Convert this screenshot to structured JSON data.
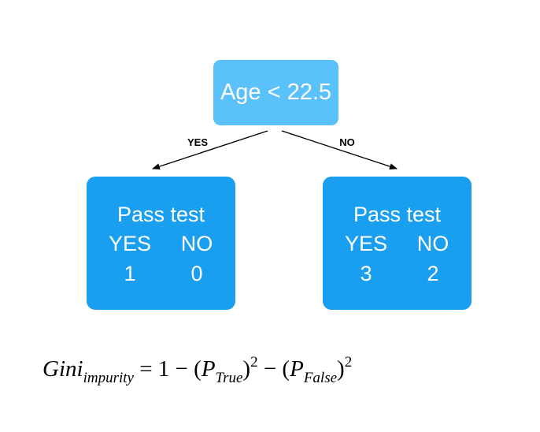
{
  "root": {
    "label": "Age < 22.5"
  },
  "edges": {
    "left_label": "YES",
    "right_label": "NO"
  },
  "leaves": [
    {
      "title": "Pass test",
      "yes_header": "YES",
      "no_header": "NO",
      "yes_value": "1",
      "no_value": "0"
    },
    {
      "title": "Pass test",
      "yes_header": "YES",
      "no_header": "NO",
      "yes_value": "3",
      "no_value": "2"
    }
  ],
  "formula": {
    "lhs": "Gini",
    "lhs_sub": "impurity",
    "equals_one": " = 1 − (",
    "p1": "P",
    "p1_sub": "True",
    "close1": ")",
    "sq1": "2",
    "minus_open": " − (",
    "p2": "P",
    "p2_sub": "False",
    "close2": ")",
    "sq2": "2"
  },
  "colors": {
    "root_fill": "#5ac1fa",
    "leaf_fill": "#1a9ff0",
    "node_text": "#ffffff",
    "arrow": "#000000"
  }
}
